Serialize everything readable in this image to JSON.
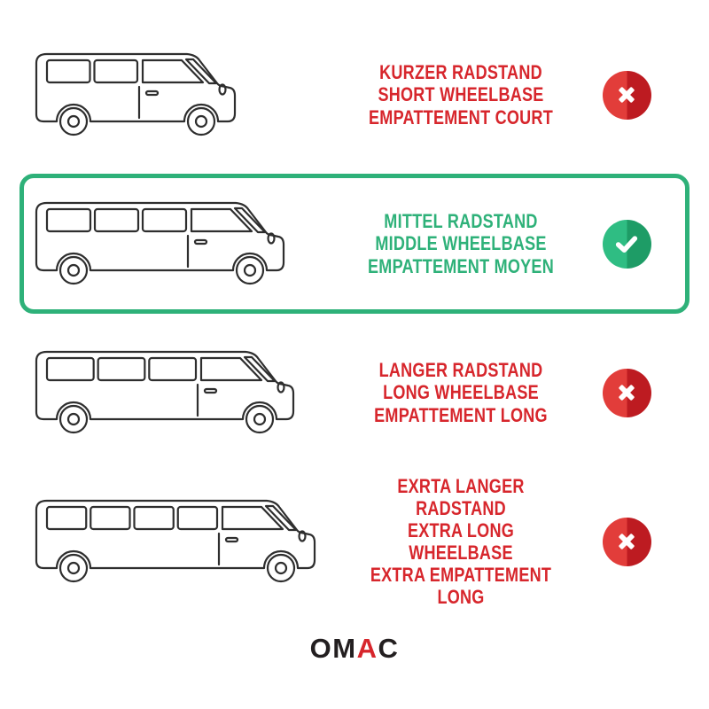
{
  "colors": {
    "red": "#d7262c",
    "red_light": "#e23d3a",
    "red_dark": "#bd1b21",
    "green": "#2eb179",
    "green_light": "#2fbd83",
    "green_dark": "#1e9c66",
    "line": "#2e2e2e",
    "brand_dark": "#231f20",
    "background": "#ffffff"
  },
  "rows": [
    {
      "variant": "short-wheelbase",
      "selected": false,
      "status": "not-compatible",
      "icon": "x-mark",
      "color": "red",
      "label_lines": [
        "KURZER RADSTAND",
        "SHORT WHEELBASE",
        "EMPATTEMENT COURT"
      ],
      "van": {
        "length": 240,
        "window_panes": 2
      }
    },
    {
      "variant": "middle-wheelbase",
      "selected": true,
      "status": "compatible",
      "icon": "check-mark",
      "color": "green",
      "label_lines": [
        "MITTEL RADSTAND",
        "MIDDLE WHEELBASE",
        "EMPATTEMENT MOYEN"
      ],
      "van": {
        "length": 295,
        "window_panes": 3
      }
    },
    {
      "variant": "long-wheelbase",
      "selected": false,
      "status": "not-compatible",
      "icon": "x-mark",
      "color": "red",
      "label_lines": [
        "LANGER RADSTAND",
        "LONG WHEELBASE",
        "EMPATTEMENT LONG"
      ],
      "van": {
        "length": 306,
        "window_panes": 3
      }
    },
    {
      "variant": "extra-long-wheelbase",
      "selected": false,
      "status": "not-compatible",
      "icon": "x-mark",
      "color": "red",
      "label_lines": [
        "EXRTA LANGER RADSTAND",
        "EXTRA LONG WHEELBASE",
        "EXTRA EMPATTEMENT LONG"
      ],
      "van": {
        "length": 330,
        "window_panes": 4
      }
    }
  ],
  "brand": {
    "text": "OMAC",
    "prefix": "OM",
    "accent_letter": "A",
    "suffix": "C"
  }
}
